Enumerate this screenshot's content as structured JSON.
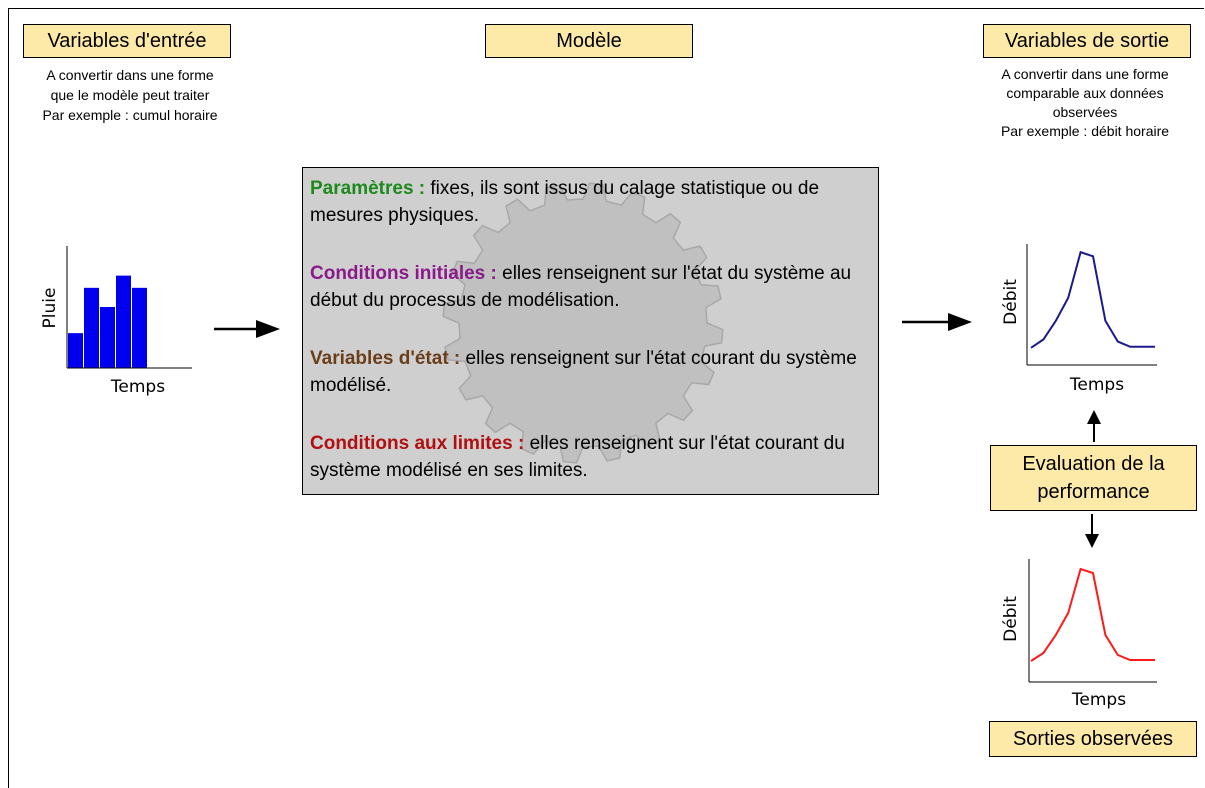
{
  "inputs": {
    "title": "Variables d'entrée",
    "note": [
      "A convertir dans une forme",
      "que le modèle peut traiter",
      "Par exemple : cumul horaire"
    ],
    "chart_data": {
      "type": "bar",
      "values": [
        0.4,
        0.92,
        0.7,
        1.06,
        0.92
      ],
      "ylim": [
        0,
        1.4
      ],
      "xlabel": "Temps",
      "ylabel": "Pluie",
      "color": "#0000ee"
    }
  },
  "model": {
    "title": "Modèle",
    "items": [
      {
        "label": "Paramètres :",
        "text": " fixes, ils sont issus du calage statistique ou de mesures physiques.",
        "color": "#1e8a1e"
      },
      {
        "label": "Conditions initiales :",
        "text": " elles renseignent sur l'état du système au début du processus de modélisation.",
        "color": "#8a1a8a"
      },
      {
        "label": "Variables d'état :",
        "text": " elles renseignent sur l'état courant du système modélisé.",
        "color": "#6b3e1a"
      },
      {
        "label": "Conditions aux limites :",
        "text": " elles renseignent sur l'état courant du système modélisé en ses limites.",
        "color": "#b01010"
      }
    ]
  },
  "outputs": {
    "title": "Variables de sortie",
    "note": [
      "A convertir dans une forme",
      "comparable aux données",
      "observées",
      "Par exemple : débit horaire"
    ],
    "chart_data": {
      "type": "line",
      "x": [
        0,
        1,
        2,
        3,
        4,
        5,
        6,
        7,
        8,
        9,
        10
      ],
      "values": [
        0.04,
        0.12,
        0.3,
        0.52,
        0.96,
        0.92,
        0.3,
        0.1,
        0.05,
        0.05,
        0.05
      ],
      "xlabel": "Temps",
      "ylabel": "Débit",
      "color": "#1a1a8c"
    }
  },
  "evaluation": {
    "title_lines": [
      "Evaluation de la",
      "performance"
    ]
  },
  "observed": {
    "title": "Sorties observées",
    "chart_data": {
      "type": "line",
      "x": [
        0,
        1,
        2,
        3,
        4,
        5,
        6,
        7,
        8,
        9,
        10
      ],
      "values": [
        0.04,
        0.12,
        0.3,
        0.52,
        0.96,
        0.92,
        0.3,
        0.1,
        0.05,
        0.05,
        0.05
      ],
      "xlabel": "Temps",
      "ylabel": "Débit",
      "color": "#ff1a1a"
    }
  }
}
